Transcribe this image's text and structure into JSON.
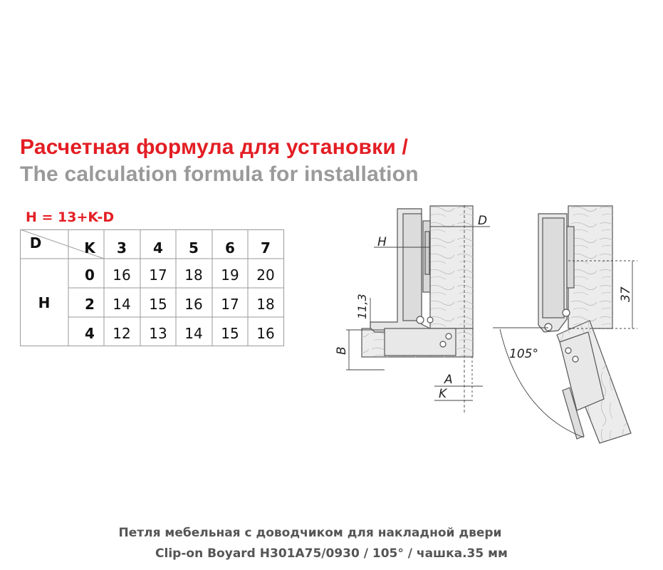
{
  "title_ru": "Расчетная формула для установки /",
  "title_en": "The calculation formula for installation",
  "formula": "H = 13+K-D",
  "table": {
    "corner_d": "D",
    "corner_k": "K",
    "row_header": "H",
    "d_values": [
      "3",
      "4",
      "5",
      "6",
      "7"
    ],
    "rows": [
      {
        "k": "0",
        "h": [
          "16",
          "17",
          "18",
          "19",
          "20"
        ]
      },
      {
        "k": "2",
        "h": [
          "14",
          "15",
          "16",
          "17",
          "18"
        ]
      },
      {
        "k": "4",
        "h": [
          "12",
          "13",
          "14",
          "15",
          "16"
        ]
      }
    ]
  },
  "drawing": {
    "label_d": "D",
    "label_h": "H",
    "label_11_3": "11,3",
    "label_b": "B",
    "label_a": "A",
    "label_k": "K",
    "label_37": "37",
    "label_angle": "105°"
  },
  "caption": {
    "line1": "Петля мебельная с доводчиком для накладной двери",
    "line2": "Clip-on Boyard H301A75/0930 / 105° / чашка.35 мм"
  },
  "colors": {
    "accent_red": "#e31e24",
    "grey_text": "#9a9a9a",
    "line": "#555555"
  }
}
